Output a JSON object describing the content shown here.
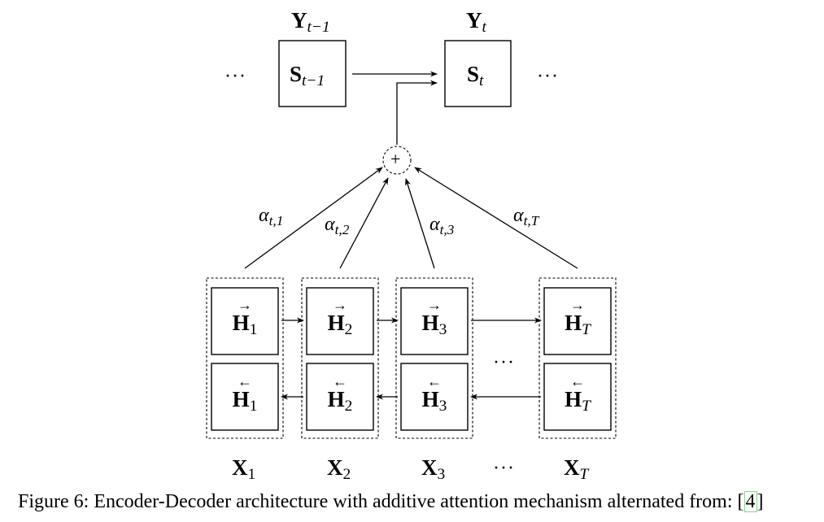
{
  "decoder": {
    "prev_output": {
      "base": "Y",
      "sub": "t−1"
    },
    "cur_output": {
      "base": "Y",
      "sub": "t"
    },
    "prev_state": {
      "base": "S",
      "sub": "t−1"
    },
    "cur_state": {
      "base": "S",
      "sub": "t"
    },
    "left_ellipsis": "···",
    "right_ellipsis": "···"
  },
  "sum_node": {
    "symbol": "+"
  },
  "attention_weights": [
    {
      "base": "α",
      "sub": "t,1"
    },
    {
      "base": "α",
      "sub": "t,2"
    },
    {
      "base": "α",
      "sub": "t,3"
    },
    {
      "base": "α",
      "sub": "t,T"
    }
  ],
  "encoder": {
    "forward_arrow": "→",
    "backward_arrow": "←",
    "cells": [
      {
        "fwd": {
          "base": "H",
          "sub": "1"
        },
        "bwd": {
          "base": "H",
          "sub": "1"
        },
        "input": {
          "base": "X",
          "sub": "1"
        }
      },
      {
        "fwd": {
          "base": "H",
          "sub": "2"
        },
        "bwd": {
          "base": "H",
          "sub": "2"
        },
        "input": {
          "base": "X",
          "sub": "2"
        }
      },
      {
        "fwd": {
          "base": "H",
          "sub": "3"
        },
        "bwd": {
          "base": "H",
          "sub": "3"
        },
        "input": {
          "base": "X",
          "sub": "3"
        }
      },
      {
        "fwd": {
          "base": "H",
          "sub": "T"
        },
        "bwd": {
          "base": "H",
          "sub": "T"
        },
        "input": {
          "base": "X",
          "sub": "T"
        }
      }
    ],
    "middle_ellipsis": "···",
    "input_ellipsis": "···"
  },
  "caption": {
    "text": "Figure 6: Encoder-Decoder architecture with additive attention mechanism alternated from: [",
    "ref": "4",
    "close": "]"
  }
}
